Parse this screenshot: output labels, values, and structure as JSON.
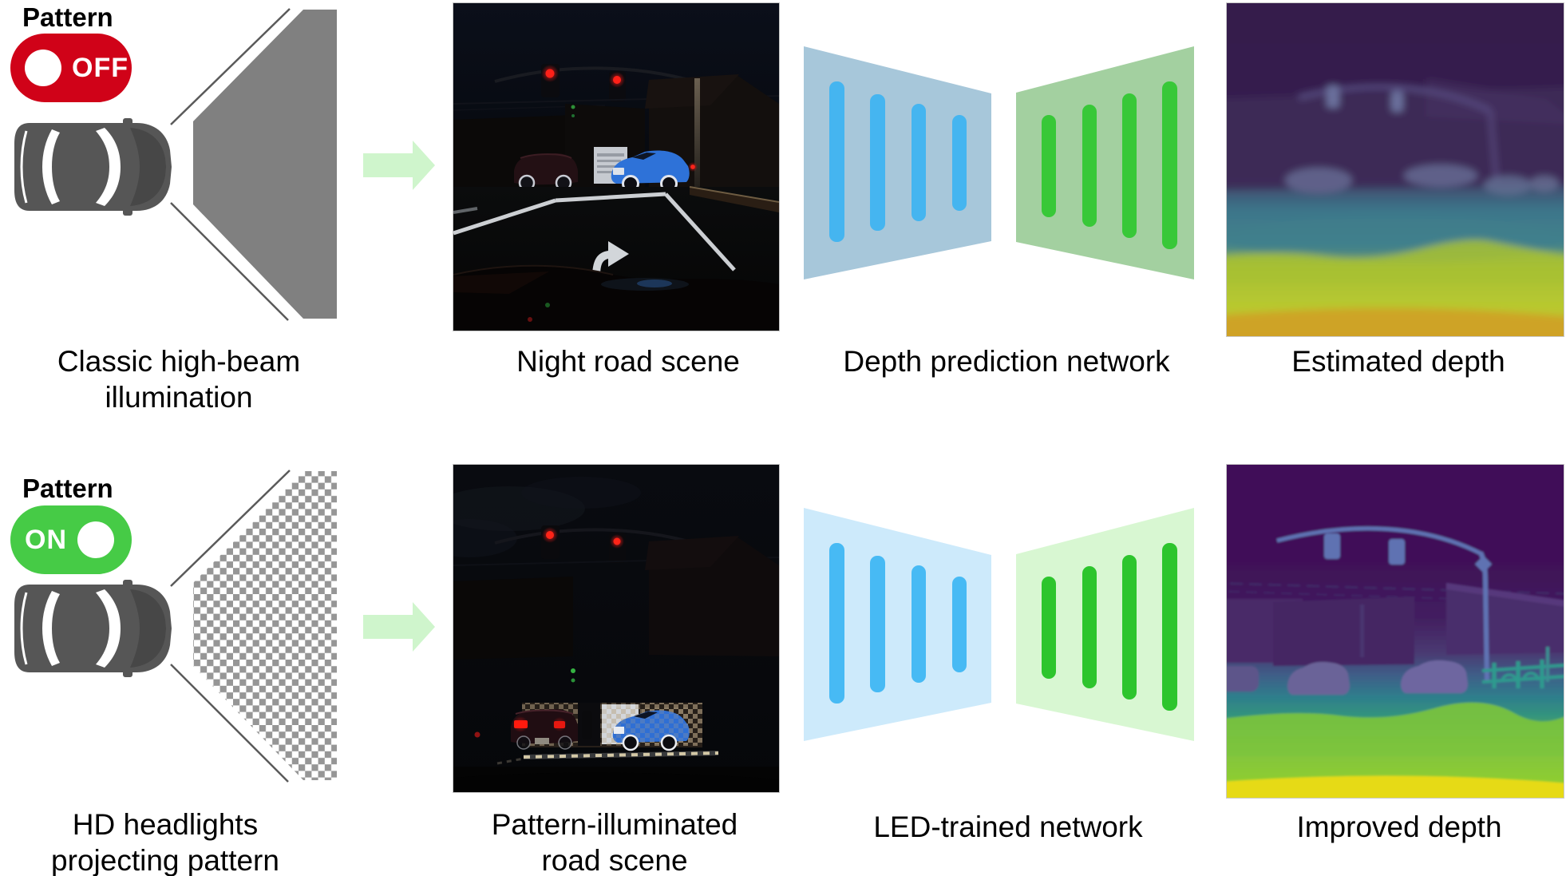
{
  "figure": {
    "background": "#ffffff",
    "arrow_color": "#cff5cc",
    "rows": [
      {
        "pattern_label": "Pattern",
        "toggle": {
          "state": "OFF",
          "color": "#d00218",
          "knob_color": "#ffffff",
          "knob_side": "left"
        },
        "headlight": {
          "caption": "Classic high-beam illumination",
          "beam_style": "solid",
          "beam_color": "#808080",
          "edge_line_color": "#5a5a5a",
          "car_color": "#565656"
        },
        "scene": {
          "caption": "Night road scene"
        },
        "network": {
          "caption": "Depth prediction network",
          "encoder_fill": "#a7c7da",
          "encoder_bar": "#45b5f0",
          "decoder_fill": "#a3d0a0",
          "decoder_bar": "#38c838"
        },
        "depth": {
          "caption": "Estimated depth",
          "colormap": [
            "#331a4a",
            "#3d2b58",
            "#3d758a",
            "#b9c92e",
            "#cf9f26"
          ]
        }
      },
      {
        "pattern_label": "Pattern",
        "toggle": {
          "state": "ON",
          "color": "#46cb46",
          "knob_color": "#ffffff",
          "knob_side": "right"
        },
        "headlight": {
          "caption": "HD headlights projecting pattern",
          "beam_style": "checkerboard",
          "beam_color": "#969696",
          "edge_line_color": "#5a5a5a",
          "car_color": "#565656"
        },
        "scene": {
          "caption": "Pattern-illuminated road scene"
        },
        "network": {
          "caption": "LED-trained network",
          "encoder_fill": "#cdeafb",
          "encoder_bar": "#47baf4",
          "decoder_fill": "#d8f7d2",
          "decoder_bar": "#2dc52d"
        },
        "depth": {
          "caption": "Improved depth",
          "colormap": [
            "#410d59",
            "#493a72",
            "#2e7e8c",
            "#8ecd31",
            "#e8da16"
          ]
        }
      }
    ]
  }
}
